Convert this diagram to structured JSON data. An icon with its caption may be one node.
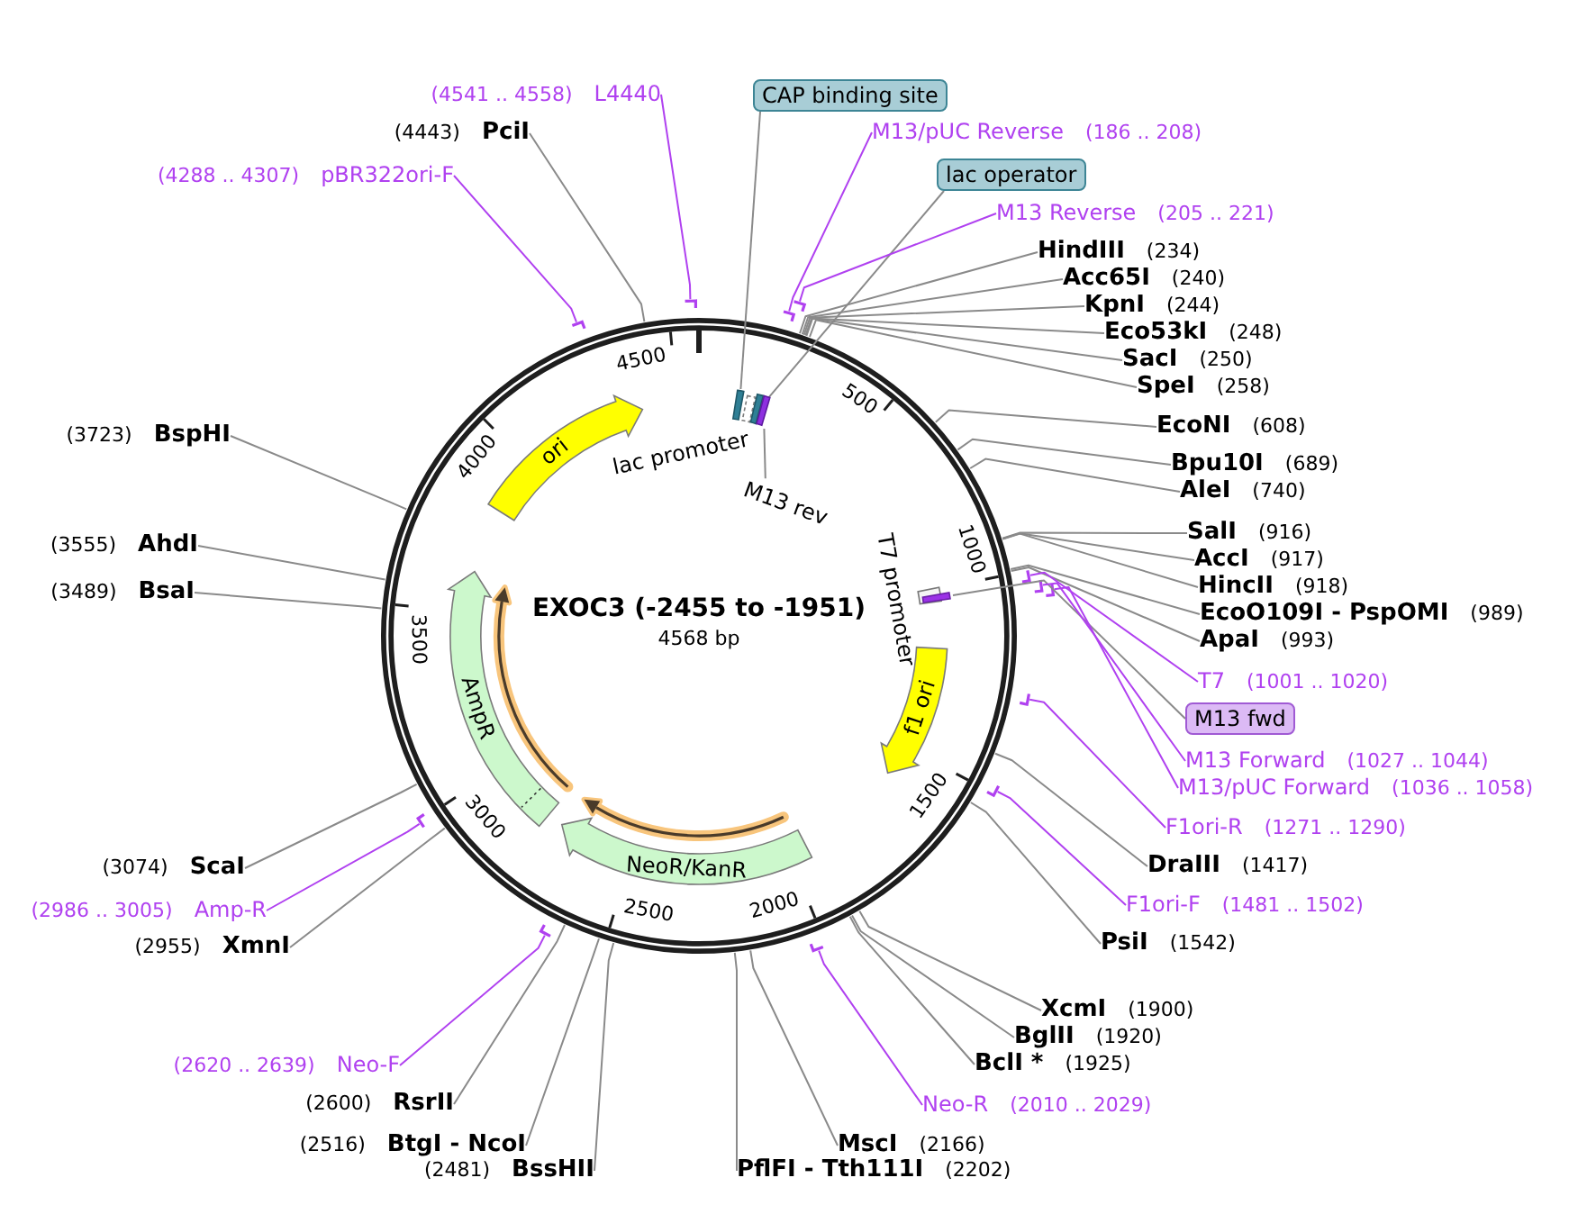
{
  "diagram": {
    "title": "EXOC3 (-2455 to -1951)",
    "nodes": [
      {
        "text": [
          "CAP binding site"
        ]
      },
      {
        "text": [
          "M13/pUC Reverse",
          "(186 .. 208)"
        ]
      },
      {
        "text": [
          "lac operator"
        ]
      },
      {
        "text": [
          "M13 Reverse",
          "(205 .. 221)"
        ]
      },
      {
        "text": [
          "HindIII",
          "(234)"
        ]
      },
      {
        "text": [
          "Acc65I",
          "(240)"
        ]
      },
      {
        "text": [
          "KpnI",
          "(244)"
        ]
      },
      {
        "text": [
          "Eco53kI",
          "(248)"
        ]
      },
      {
        "text": [
          "SacI",
          "(250)"
        ]
      },
      {
        "text": [
          "SpeI",
          "(258)"
        ]
      },
      {
        "text": [
          "EcoNI",
          "(608)"
        ]
      },
      {
        "text": [
          "Bpu10I",
          "(689)"
        ]
      },
      {
        "text": [
          "AleI",
          "(740)"
        ]
      },
      {
        "text": [
          "SalI",
          "(916)"
        ]
      },
      {
        "text": [
          "AccI",
          "(917)"
        ]
      },
      {
        "text": [
          "HincII",
          "(918)"
        ]
      },
      {
        "text": [
          "EcoO109I - PspOMI",
          "(989)"
        ]
      },
      {
        "text": [
          "ApaI",
          "(993)"
        ]
      },
      {
        "text": [
          "T7",
          "(1001 .. 1020)"
        ]
      },
      {
        "text": [
          "M13 fwd"
        ]
      },
      {
        "text": [
          "M13 Forward",
          "(1027 .. 1044)"
        ]
      },
      {
        "text": [
          "M13/pUC Forward",
          "(1036 .. 1058)"
        ]
      },
      {
        "text": [
          "F1ori-R",
          "(1271 .. 1290)"
        ]
      },
      {
        "text": [
          "DraIII",
          "(1417)"
        ]
      },
      {
        "text": [
          "F1ori-F",
          "(1481 .. 1502)"
        ]
      },
      {
        "text": [
          "PsiI",
          "(1542)"
        ]
      },
      {
        "text": [
          "XcmI",
          "(1900)"
        ]
      },
      {
        "text": [
          "BglII",
          "(1920)"
        ]
      },
      {
        "text": [
          "BclI *",
          "(1925)"
        ]
      },
      {
        "text": [
          "Neo-R",
          "(2010 .. 2029)"
        ]
      },
      {
        "text": [
          "MscI",
          "(2166)"
        ]
      },
      {
        "text": [
          "PflFI - Tth111I",
          "(2202)"
        ]
      },
      {
        "text": [
          "(2481)",
          "BssHII"
        ]
      },
      {
        "text": [
          "(2516)",
          "BtgI - NcoI"
        ]
      },
      {
        "text": [
          "(2600)",
          "RsrII"
        ]
      },
      {
        "text": [
          "(2620 .. 2639)",
          "Neo-F"
        ]
      },
      {
        "text": [
          "(2955)",
          "XmnI"
        ]
      },
      {
        "text": [
          "(2986 .. 3005)",
          "Amp-R"
        ]
      },
      {
        "text": [
          "(3074)",
          "ScaI"
        ]
      },
      {
        "text": [
          "(3489)",
          "BsaI"
        ]
      },
      {
        "text": [
          "(3555)",
          "AhdI"
        ]
      },
      {
        "text": [
          "(3723)",
          "BspHI"
        ]
      },
      {
        "text": [
          "(4288 .. 4307)",
          "pBR322ori-F"
        ]
      },
      {
        "text": [
          "(4443)",
          "PciI"
        ]
      },
      {
        "text": [
          "(4541 .. 4558)",
          "L4440"
        ]
      },
      {
        "text": [
          "lac promoter"
        ]
      },
      {
        "text": [
          "M13 rev"
        ]
      },
      {
        "text": [
          "T7 promoter"
        ]
      },
      {
        "text": [
          "f1 ori"
        ]
      },
      {
        "text": [
          "NeoR/KanR"
        ]
      },
      {
        "text": [
          "AmpR"
        ]
      },
      {
        "text": [
          "ori"
        ]
      },
      {
        "text": [],
        "shape": "box"
      },
      {
        "text": [],
        "shape": "box"
      },
      {
        "text": [],
        "shape": "box"
      },
      {
        "text": [],
        "shape": "box"
      }
    ],
    "edges": [
      {
        "from": 0,
        "to": 52,
        "arrow": "none"
      },
      {
        "from": 1,
        "to": null,
        "arrow": "none",
        "color": "#b041f0"
      },
      {
        "from": 2,
        "to": 53,
        "arrow": "none"
      },
      {
        "from": 3,
        "to": null,
        "arrow": "none",
        "color": "#b041f0"
      },
      {
        "from": 4,
        "to": null,
        "arrow": "none"
      },
      {
        "from": 5,
        "to": null,
        "arrow": "none"
      },
      {
        "from": 6,
        "to": null,
        "arrow": "none"
      },
      {
        "from": 7,
        "to": null,
        "arrow": "none"
      },
      {
        "from": 8,
        "to": null,
        "arrow": "none"
      },
      {
        "from": 9,
        "to": null,
        "arrow": "none"
      },
      {
        "from": 10,
        "to": null,
        "arrow": "none"
      },
      {
        "from": 11,
        "to": null,
        "arrow": "none"
      },
      {
        "from": 12,
        "to": null,
        "arrow": "none"
      },
      {
        "from": 13,
        "to": null,
        "arrow": "none"
      },
      {
        "from": 14,
        "to": null,
        "arrow": "none"
      },
      {
        "from": 15,
        "to": null,
        "arrow": "none"
      },
      {
        "from": 16,
        "to": null,
        "arrow": "none"
      },
      {
        "from": 17,
        "to": null,
        "arrow": "none"
      },
      {
        "from": 18,
        "to": null,
        "arrow": "none",
        "color": "#b041f0"
      },
      {
        "from": 19,
        "to": 55,
        "arrow": "none"
      },
      {
        "from": 20,
        "to": null,
        "arrow": "none",
        "color": "#b041f0"
      },
      {
        "from": 21,
        "to": null,
        "arrow": "none",
        "color": "#b041f0"
      },
      {
        "from": 22,
        "to": null,
        "arrow": "none",
        "color": "#b041f0"
      },
      {
        "from": 23,
        "to": null,
        "arrow": "none"
      },
      {
        "from": 24,
        "to": null,
        "arrow": "none",
        "color": "#b041f0"
      },
      {
        "from": 25,
        "to": null,
        "arrow": "none"
      },
      {
        "from": 26,
        "to": null,
        "arrow": "none"
      },
      {
        "from": 27,
        "to": null,
        "arrow": "none"
      },
      {
        "from": 28,
        "to": null,
        "arrow": "none"
      },
      {
        "from": 29,
        "to": null,
        "arrow": "none",
        "color": "#b041f0"
      },
      {
        "from": 30,
        "to": null,
        "arrow": "none"
      },
      {
        "from": 31,
        "to": null,
        "arrow": "none"
      },
      {
        "from": 32,
        "to": null,
        "arrow": "none"
      },
      {
        "from": 33,
        "to": null,
        "arrow": "none"
      },
      {
        "from": 34,
        "to": null,
        "arrow": "none"
      },
      {
        "from": 35,
        "to": null,
        "arrow": "none",
        "color": "#b041f0"
      },
      {
        "from": 36,
        "to": null,
        "arrow": "none"
      },
      {
        "from": 37,
        "to": null,
        "arrow": "none",
        "color": "#b041f0"
      },
      {
        "from": 38,
        "to": null,
        "arrow": "none"
      },
      {
        "from": 39,
        "to": null,
        "arrow": "none"
      },
      {
        "from": 40,
        "to": null,
        "arrow": "none"
      },
      {
        "from": 41,
        "to": null,
        "arrow": "none"
      },
      {
        "from": 42,
        "to": null,
        "arrow": "none",
        "color": "#b041f0"
      },
      {
        "from": 43,
        "to": null,
        "arrow": "none"
      },
      {
        "from": 44,
        "to": null,
        "arrow": "none",
        "color": "#b041f0"
      },
      {
        "from": 46,
        "to": 54,
        "arrow": "none"
      }
    ],
    "labels": [
      "4568 bp",
      "500",
      "1000",
      "1500",
      "2000",
      "2500",
      "3000",
      "3500",
      "4000",
      "4500"
    ]
  }
}
